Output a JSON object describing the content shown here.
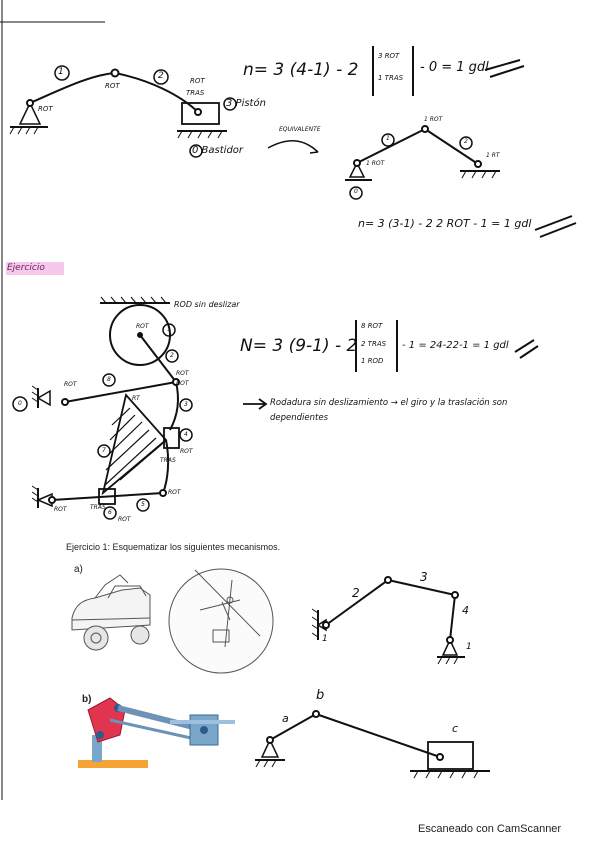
{
  "top_section": {
    "labels": {
      "link1": "1",
      "link2": "2",
      "rot_left": "ROT",
      "rot_mid": "ROT",
      "rot_right": "ROT",
      "tras": "TRAS",
      "piston": "3 Pistón",
      "bastidor": "0 Bastidor"
    },
    "equation": {
      "prefix": "n= 3 (4-1) - 2",
      "line1": "3 ROT",
      "line2": "1 TRAS",
      "suffix": "- 0 = 1 gdl"
    },
    "equivalent_label": "EQUIVALENTE",
    "equivalent_labels": {
      "link1": "1",
      "link2": "2",
      "rot_top": "1 ROT",
      "rot_left": "1 ROT",
      "rt_right": "1 RT",
      "ground": "0"
    },
    "equation2": "n= 3 (3-1) - 2  2 ROT - 1 = 1 gdl"
  },
  "ejercicio_header": "Ejercicio",
  "mid_section": {
    "labels": {
      "rod_sin_deslizar": "ROD sin deslizar",
      "rot_disc": "ROT",
      "n1": "1",
      "n2": "2",
      "n3": "3",
      "n4": "4",
      "n5": "5",
      "n6": "6",
      "n7": "7",
      "n8": "8",
      "rot_a": "ROT",
      "rot_b": "ROT",
      "rot_c": "ROT",
      "rot_d": "ROT",
      "rot_e": "ROT",
      "rot_f": "ROT",
      "rot_g": "ROT",
      "rt": "RT",
      "tras_a": "TRAS",
      "tras_b": "TRAS",
      "zero": "0"
    },
    "equation": {
      "prefix": "N= 3 (9-1) - 2",
      "line1": "8 ROT",
      "line2": "2 TRAS",
      "line3": "1 ROD",
      "suffix": "- 1 = 24-22-1 = 1 gdl"
    },
    "note_line1": "Rodadura sin deslizamiento → el giro y la traslación son",
    "note_line2": "dependientes"
  },
  "printed": {
    "exercise_title": "Ejercicio 1: Esquematizar los siguientes mecanismos.",
    "a_label": "a)",
    "b_label": "b)",
    "sketch_a": {
      "n1": "1",
      "n2": "2",
      "n3": "3",
      "n4": "4",
      "n1b": "1"
    },
    "sketch_b": {
      "a": "a",
      "b": "b",
      "c": "c"
    }
  },
  "footer": "Escaneado con CamScanner"
}
